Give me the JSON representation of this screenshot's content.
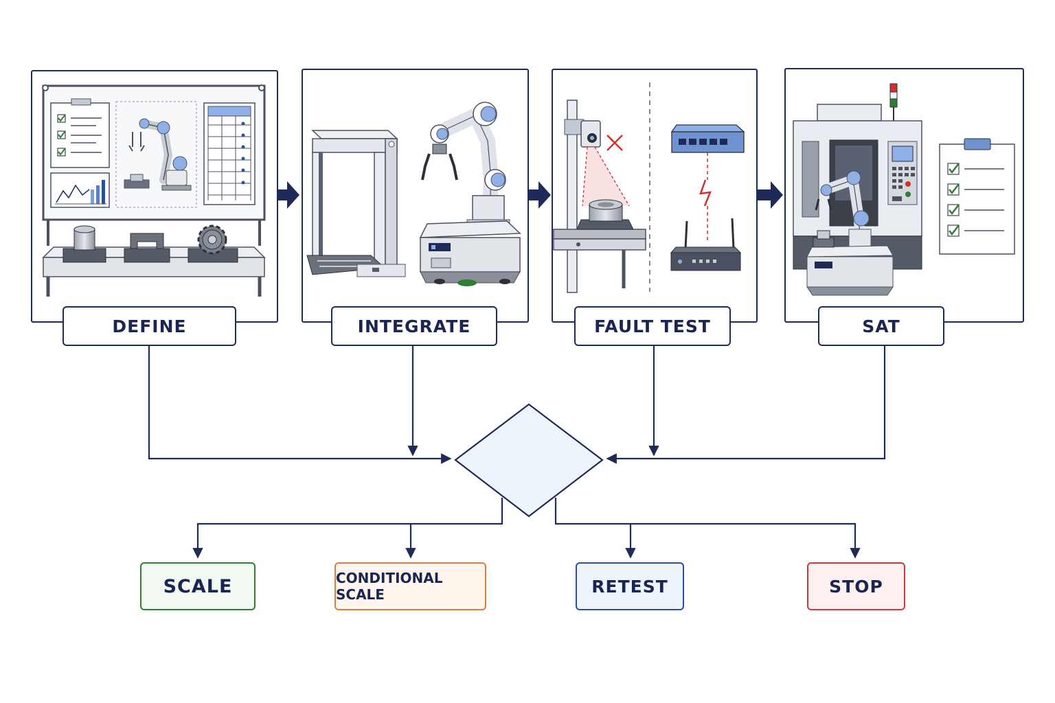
{
  "stages": [
    {
      "id": "define",
      "label": "DEFINE"
    },
    {
      "id": "integrate",
      "label": "INTEGRATE"
    },
    {
      "id": "fault-test",
      "label": "FAULT TEST"
    },
    {
      "id": "sat",
      "label": "SAT"
    }
  ],
  "outcomes": [
    {
      "id": "scale",
      "label": "SCALE",
      "border": "#2e7d32",
      "fill": "#f1f9f1"
    },
    {
      "id": "conditional-scale",
      "label": "CONDITIONAL SCALE",
      "border": "#e07b39",
      "fill": "#fff6ee"
    },
    {
      "id": "retest",
      "label": "RETEST",
      "border": "#2b4f9e",
      "fill": "#eef4fc"
    },
    {
      "id": "stop",
      "label": "STOP",
      "border": "#d0383d",
      "fill": "#fff0f0"
    }
  ],
  "colors": {
    "navy": "#1e2a57",
    "line_gray": "#5a6170",
    "panel_blue": "#dbe6f5",
    "check_green": "#2e7d32",
    "fault_red": "#d32f2f",
    "diamond_fill": "#eef4fc"
  },
  "icons": [
    "clipboard-checklist-icon",
    "trend-chart-icon",
    "robot-arm-icon",
    "spreadsheet-icon",
    "fixture-block-icon",
    "gear-icon",
    "conveyor-frame-icon",
    "mobile-robot-icon",
    "camera-icon",
    "fault-x-icon",
    "network-switch-icon",
    "lightning-fault-icon",
    "router-icon",
    "cnc-machine-icon",
    "stack-light-icon",
    "checklist-icon"
  ]
}
